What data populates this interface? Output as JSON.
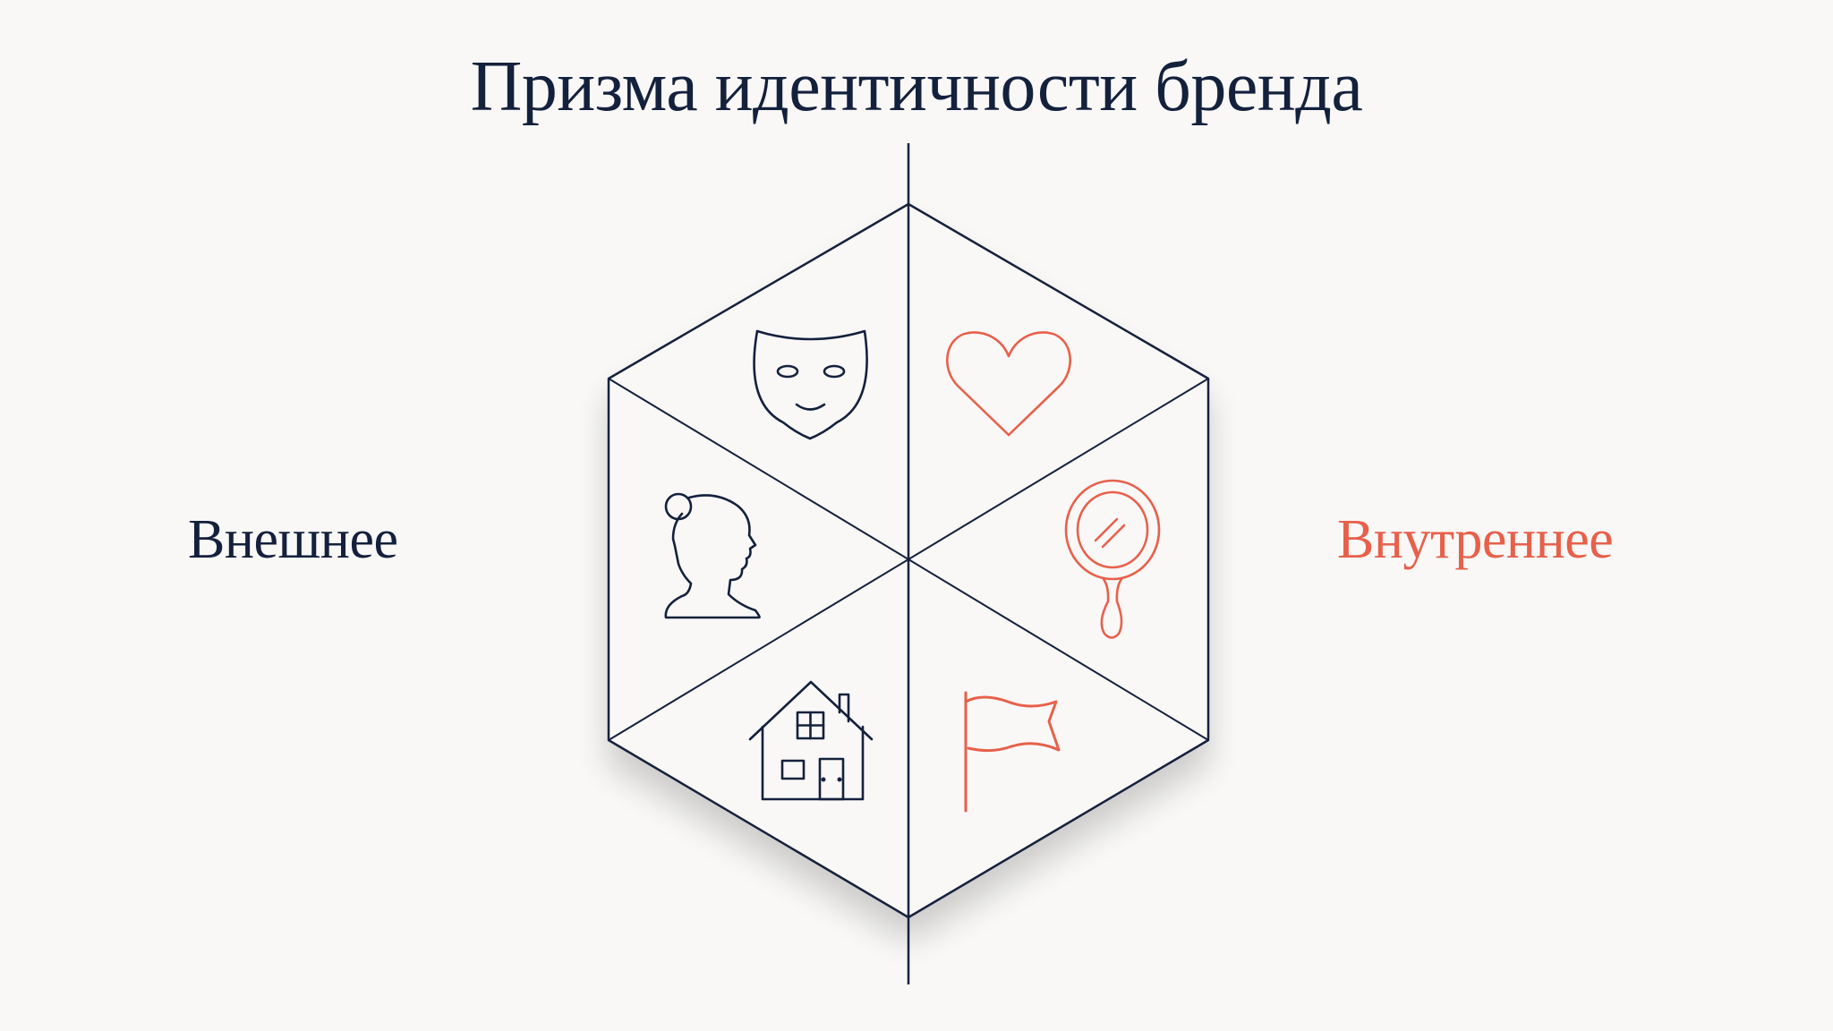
{
  "title": "Призма идентичности бренда",
  "left_label": "Внешнее",
  "right_label": "Внутреннее",
  "colors": {
    "navy": "#14213d",
    "coral": "#e8604a",
    "background": "#f9f8f7"
  },
  "segments": [
    {
      "side": "external",
      "icon": "theater-mask-icon"
    },
    {
      "side": "external",
      "icon": "woman-bust-icon"
    },
    {
      "side": "external",
      "icon": "house-icon"
    },
    {
      "side": "internal",
      "icon": "heart-icon"
    },
    {
      "side": "internal",
      "icon": "hand-mirror-icon"
    },
    {
      "side": "internal",
      "icon": "flag-icon"
    }
  ]
}
